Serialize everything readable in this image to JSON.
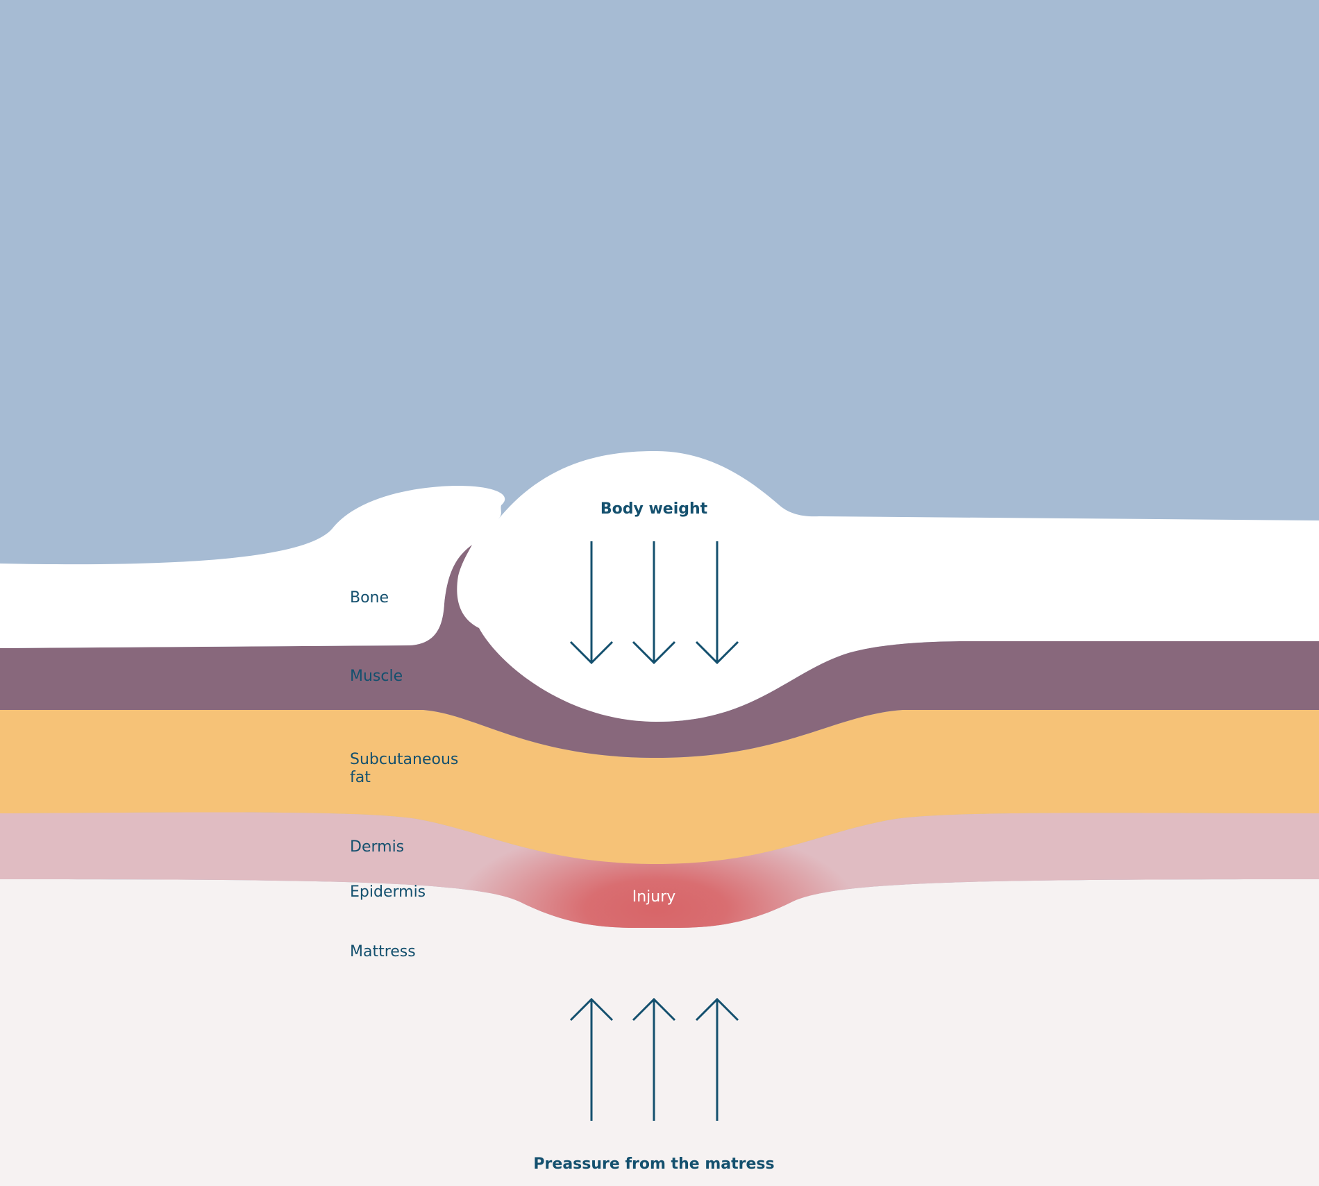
{
  "title": "Body weight",
  "bottom_caption": "Preassure from the matress",
  "injury_label": "Injury",
  "layers": [
    {
      "key": "bone",
      "label": "Bone",
      "color": "#ffffff"
    },
    {
      "key": "muscle",
      "label": "Muscle",
      "color": "#88687c"
    },
    {
      "key": "fat",
      "label_line1": "Subcutaneous",
      "label_line2": "fat",
      "color": "#f6c277"
    },
    {
      "key": "dermis",
      "label": "Dermis",
      "color": "#e0bcc2"
    },
    {
      "key": "epidermis",
      "label": "Epidermis"
    },
    {
      "key": "mattress",
      "label": "Mattress",
      "color": "#f6f2f2"
    }
  ],
  "colors": {
    "background_top": "#a6bbd3",
    "arrows": "#14506e",
    "injury": "#d86568",
    "text": "#14506e"
  },
  "arrows": {
    "down_count": 3,
    "up_count": 3
  }
}
